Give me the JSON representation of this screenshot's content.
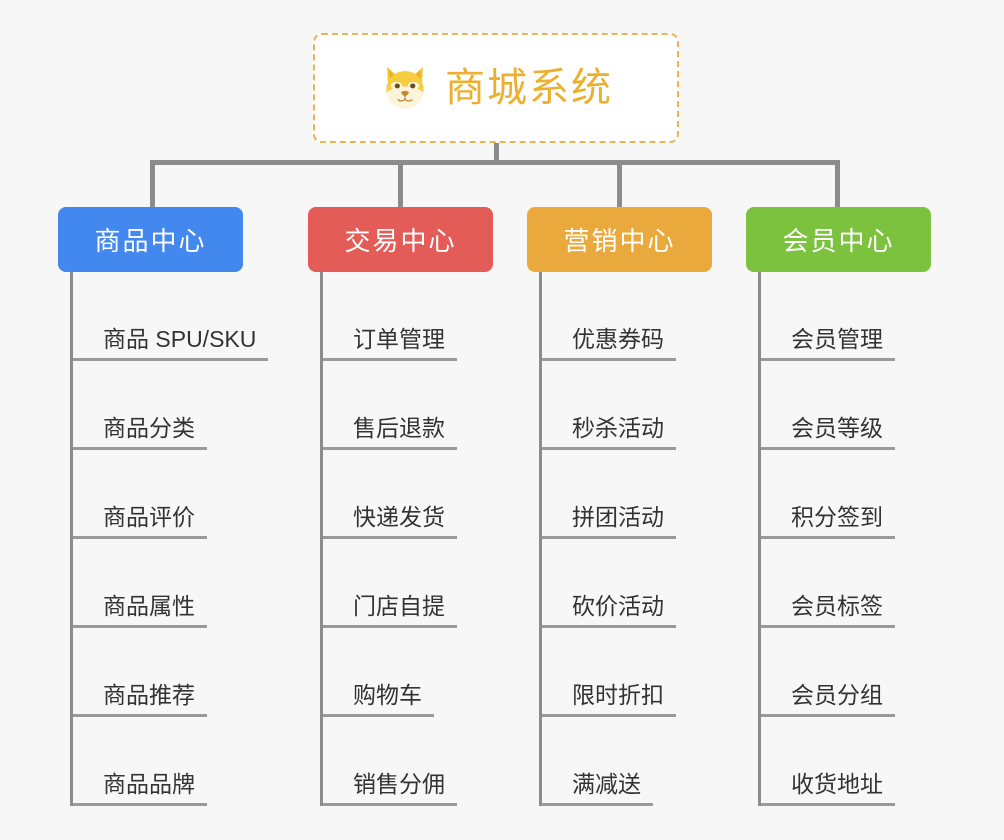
{
  "background_color": "#f7f7f7",
  "root": {
    "title": "商城系统",
    "icon": "dog-face-emoji",
    "border_color": "#eab252",
    "text_color": "#edb02e",
    "fill_color": "#ffffff"
  },
  "connector_color": "#8c8c8c",
  "columns": [
    {
      "label": "商品中心",
      "color": "#4288ef",
      "items": [
        "商品 SPU/SKU",
        "商品分类",
        "商品评价",
        "商品属性",
        "商品推荐",
        "商品品牌"
      ]
    },
    {
      "label": "交易中心",
      "color": "#e45c58",
      "items": [
        "订单管理",
        "售后退款",
        "快递发货",
        "门店自提",
        "购物车",
        "销售分佣"
      ]
    },
    {
      "label": "营销中心",
      "color": "#eaa93c",
      "items": [
        "优惠券码",
        "秒杀活动",
        "拼团活动",
        "砍价活动",
        "限时折扣",
        "满减送"
      ]
    },
    {
      "label": "会员中心",
      "color": "#7cc23f",
      "items": [
        "会员管理",
        "会员等级",
        "积分签到",
        "会员标签",
        "会员分组",
        "收货地址"
      ]
    }
  ]
}
